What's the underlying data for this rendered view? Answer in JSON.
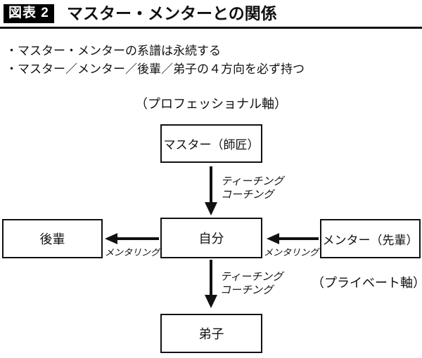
{
  "header": {
    "badge": "図表 2",
    "title": "マスター・メンターとの関係"
  },
  "notes": [
    "・マスター・メンターの系譜は永続する",
    "・マスター／メンター／後輩／弟子の４方向を必ず持つ"
  ],
  "axes": {
    "professional": "（プロフェッショナル軸）",
    "private": "（プライベート軸）"
  },
  "nodes": {
    "master": "マスター（師匠）",
    "junior": "後輩",
    "self": "自分",
    "mentor": "メンター（先輩）",
    "disciple": "弟子"
  },
  "edges": {
    "teaching_top": {
      "line1": "ティーチング",
      "line2": "コーチング"
    },
    "teaching_bottom": {
      "line1": "ティーチング",
      "line2": "コーチング"
    },
    "mentoring_left": "メンタリング",
    "mentoring_right": "メンタリング"
  },
  "colors": {
    "ink": "#111111",
    "background": "#ffffff",
    "badge_bg": "#000000",
    "badge_text": "#ffffff"
  }
}
